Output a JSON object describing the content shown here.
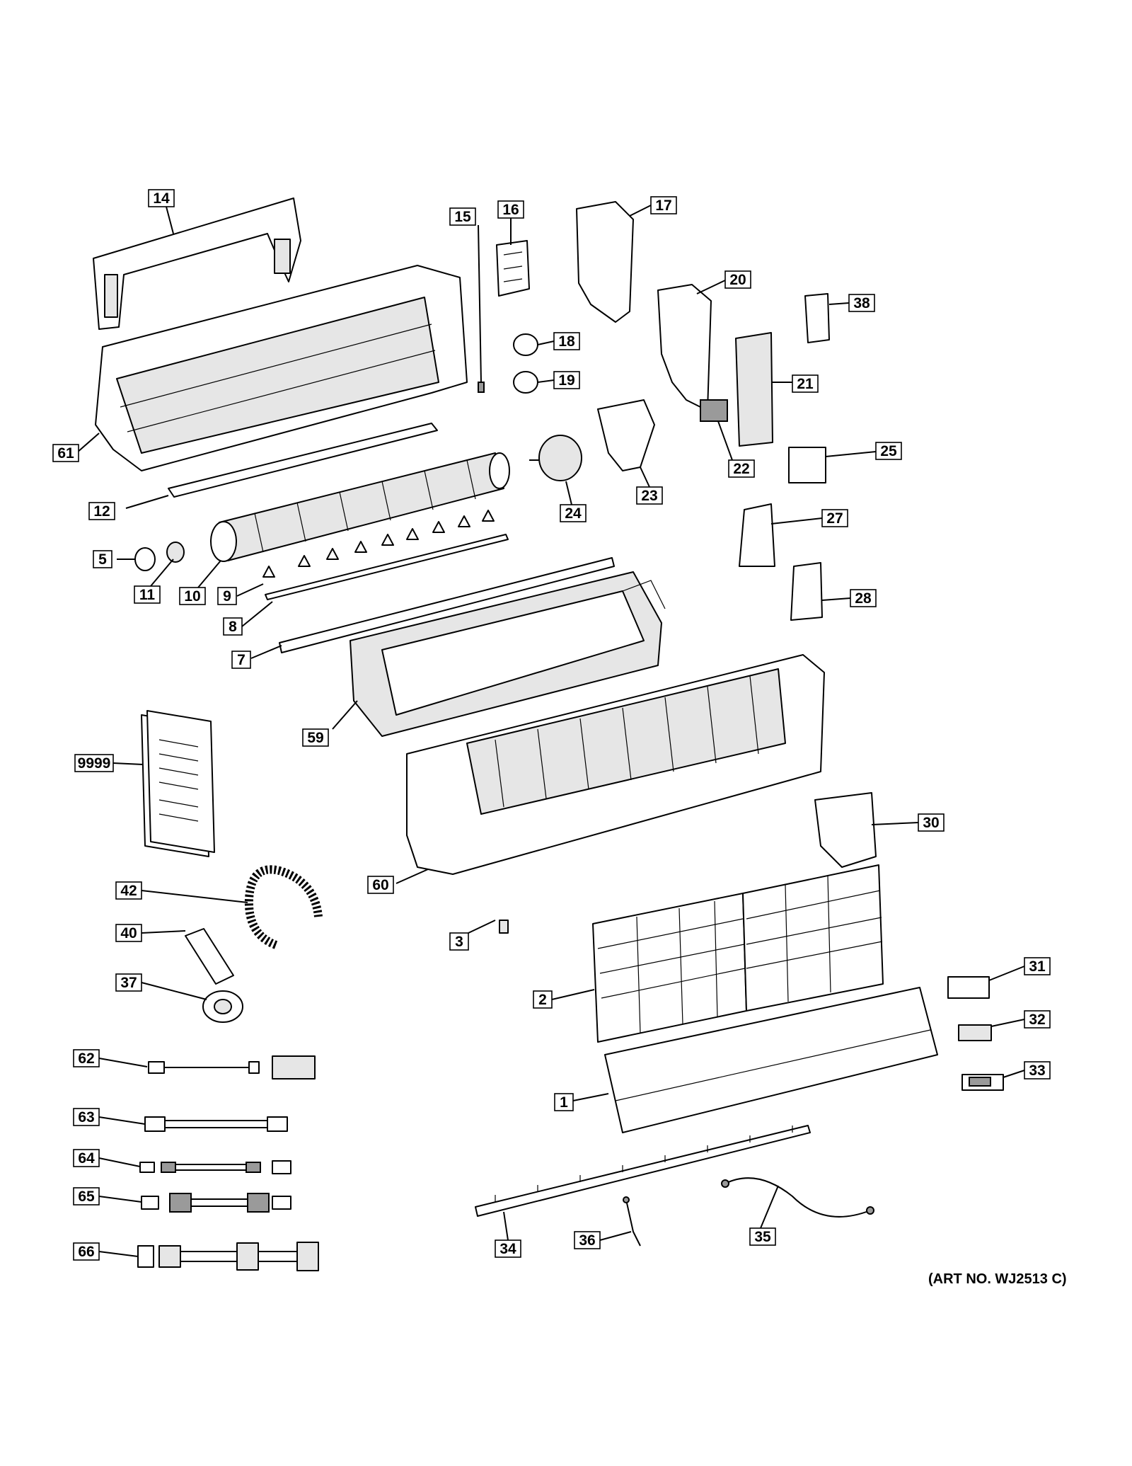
{
  "art_number": "(ART NO. WJ2513 C)",
  "callouts": [
    {
      "id": "1",
      "label": "1"
    },
    {
      "id": "2",
      "label": "2"
    },
    {
      "id": "3",
      "label": "3"
    },
    {
      "id": "5",
      "label": "5"
    },
    {
      "id": "7",
      "label": "7"
    },
    {
      "id": "8",
      "label": "8"
    },
    {
      "id": "9",
      "label": "9"
    },
    {
      "id": "10",
      "label": "10"
    },
    {
      "id": "11",
      "label": "11"
    },
    {
      "id": "12",
      "label": "12"
    },
    {
      "id": "14",
      "label": "14"
    },
    {
      "id": "15",
      "label": "15"
    },
    {
      "id": "16",
      "label": "16"
    },
    {
      "id": "17",
      "label": "17"
    },
    {
      "id": "18",
      "label": "18"
    },
    {
      "id": "19",
      "label": "19"
    },
    {
      "id": "20",
      "label": "20"
    },
    {
      "id": "21",
      "label": "21"
    },
    {
      "id": "22",
      "label": "22"
    },
    {
      "id": "23",
      "label": "23"
    },
    {
      "id": "24",
      "label": "24"
    },
    {
      "id": "25",
      "label": "25"
    },
    {
      "id": "27",
      "label": "27"
    },
    {
      "id": "28",
      "label": "28"
    },
    {
      "id": "30",
      "label": "30"
    },
    {
      "id": "31",
      "label": "31"
    },
    {
      "id": "32",
      "label": "32"
    },
    {
      "id": "33",
      "label": "33"
    },
    {
      "id": "34",
      "label": "34"
    },
    {
      "id": "35",
      "label": "35"
    },
    {
      "id": "36",
      "label": "36"
    },
    {
      "id": "37",
      "label": "37"
    },
    {
      "id": "38",
      "label": "38"
    },
    {
      "id": "40",
      "label": "40"
    },
    {
      "id": "42",
      "label": "42"
    },
    {
      "id": "59",
      "label": "59"
    },
    {
      "id": "60",
      "label": "60"
    },
    {
      "id": "61",
      "label": "61"
    },
    {
      "id": "62",
      "label": "62"
    },
    {
      "id": "63",
      "label": "63"
    },
    {
      "id": "64",
      "label": "64"
    },
    {
      "id": "65",
      "label": "65"
    },
    {
      "id": "66",
      "label": "66"
    },
    {
      "id": "9999",
      "label": "9999"
    }
  ]
}
